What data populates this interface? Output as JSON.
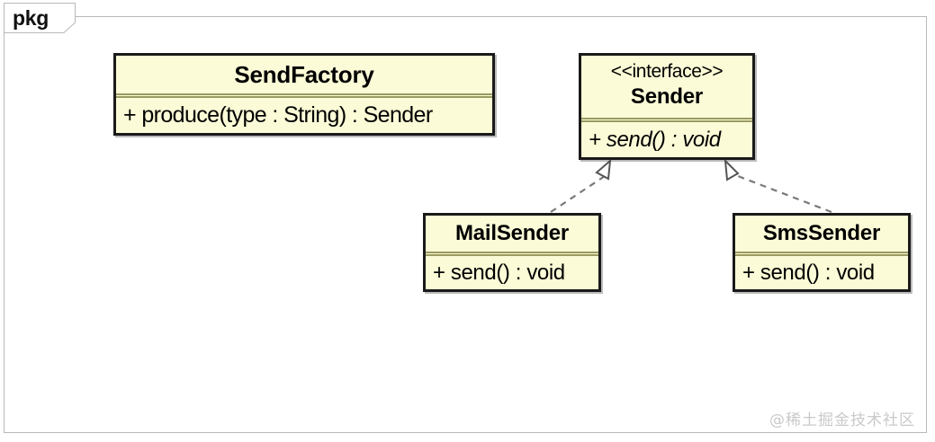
{
  "frame": {
    "tab_label": "pkg"
  },
  "classes": [
    {
      "id": "sendfactory",
      "name": "SendFactory",
      "stereotype": "",
      "members": [
        "+ produce(type : String) : Sender"
      ]
    },
    {
      "id": "sender",
      "name": "Sender",
      "stereotype": "<<interface>>",
      "members": [
        "+ send() : void"
      ]
    },
    {
      "id": "mailsender",
      "name": "MailSender",
      "stereotype": "",
      "members": [
        "+ send() : void"
      ]
    },
    {
      "id": "smssender",
      "name": "SmsSender",
      "stereotype": "",
      "members": [
        "+ send() : void"
      ]
    }
  ],
  "relations": [
    {
      "from": "MailSender",
      "to": "Sender",
      "type": "realization",
      "line_style": "dashed",
      "arrowhead": "hollow-triangle"
    },
    {
      "from": "SmsSender",
      "to": "Sender",
      "type": "realization",
      "line_style": "dashed",
      "arrowhead": "hollow-triangle"
    }
  ],
  "watermark": {
    "text": "@稀土掘金技术社区"
  },
  "colors": {
    "box_fill": "#fbfbd7",
    "box_border": "#1a1a1a",
    "divider": "#9a9a62",
    "frame_border": "#b9b9b9",
    "connector": "#7a7a7a",
    "watermark": "#c9c9c9",
    "background": "#ffffff"
  }
}
